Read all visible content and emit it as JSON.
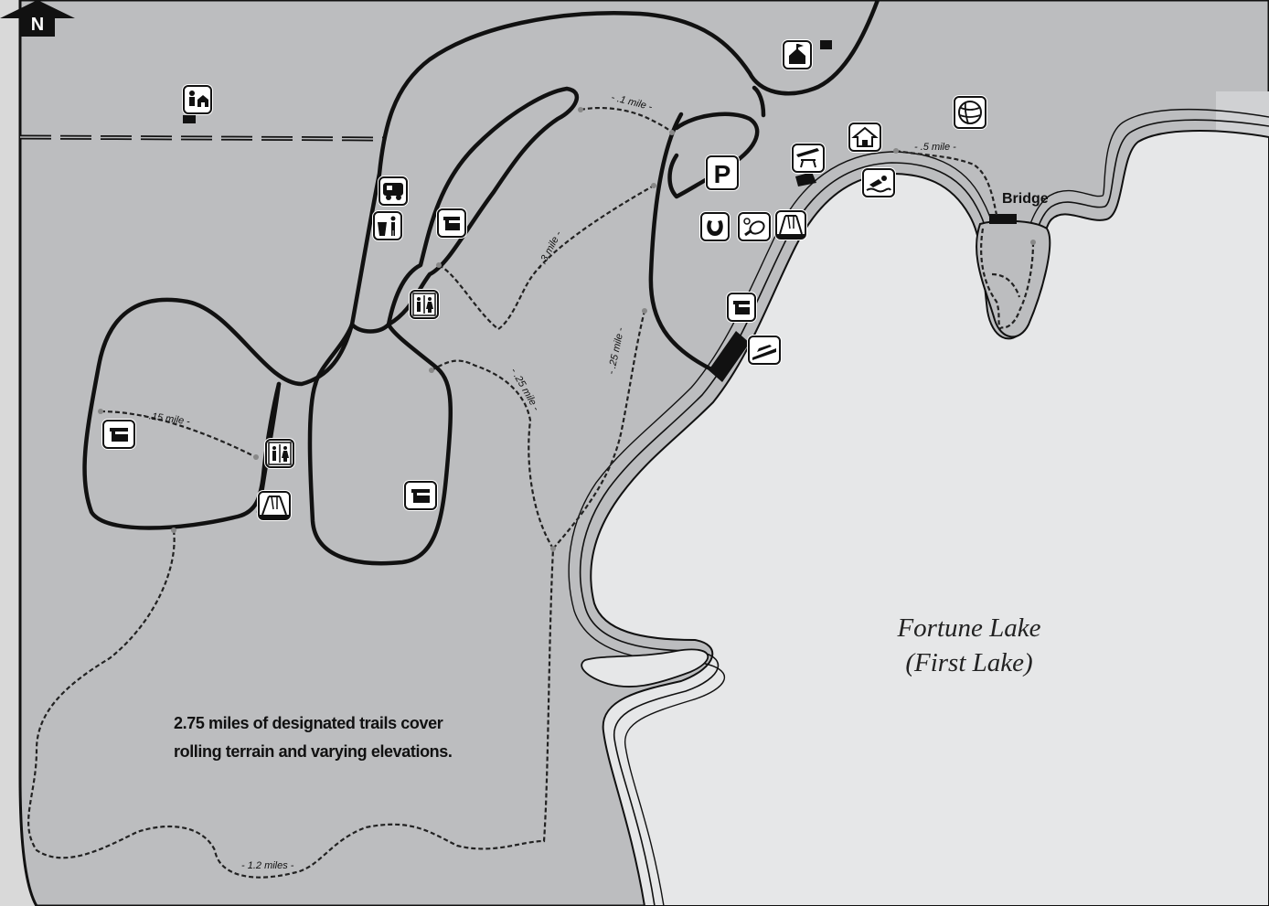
{
  "north_arrow": {
    "letter": "N"
  },
  "lake": {
    "name": "Fortune Lake",
    "subname": "(First Lake)"
  },
  "labels": {
    "bridge": "Bridge"
  },
  "trail_distances": {
    "d_1mile": "- .1 mile -",
    "d_3mile": "- .3 mile -",
    "d_25mile_a": "- .25 mile -",
    "d_25mile_b": "- .25 mile -",
    "d_15mile": "- .15 mile -",
    "d_5mile": "- .5 mile -",
    "d_12miles": "- 1.2 miles -"
  },
  "note": {
    "line1": "2.75 miles of designated trails cover",
    "line2": "rolling terrain and varying elevations."
  },
  "icons": [
    "ranger-station-icon",
    "campground-office-icon",
    "parking-icon",
    "group-camp-icon",
    "dump-station-icon",
    "trash-icon",
    "shelter-icon",
    "restroom-icon",
    "horseshoe-icon",
    "tennis-icon",
    "playground-icon",
    "picnic-shelter-icon",
    "cabin-icon",
    "swimming-icon",
    "volleyball-icon",
    "boat-launch-icon"
  ],
  "colors": {
    "land": "#bcbdbf",
    "lake": "#e6e7e8",
    "road": "#111111",
    "trail": "#222222",
    "icon_bg": "#ffffff",
    "outside": "#d9d9d9"
  }
}
